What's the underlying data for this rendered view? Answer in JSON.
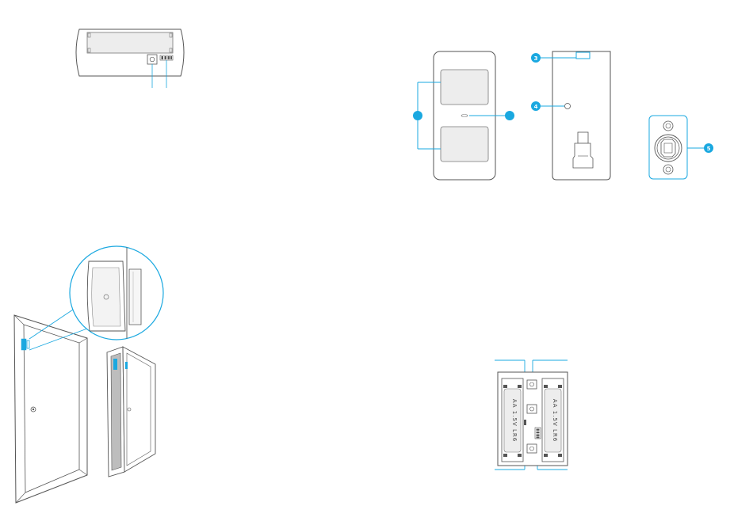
{
  "colors": {
    "accent": "#1aa8e0",
    "line": "#555555",
    "light_line": "#9a9a9a",
    "fill_light": "#ececec",
    "fill_gray": "#bdbdbd"
  },
  "callouts": {
    "c1": "",
    "c2": "",
    "c3": "3",
    "c4": "4",
    "c5": "5"
  },
  "battery": {
    "left_label": "AA 1.5V LR6",
    "right_label": "AA 1.5V LR6"
  }
}
